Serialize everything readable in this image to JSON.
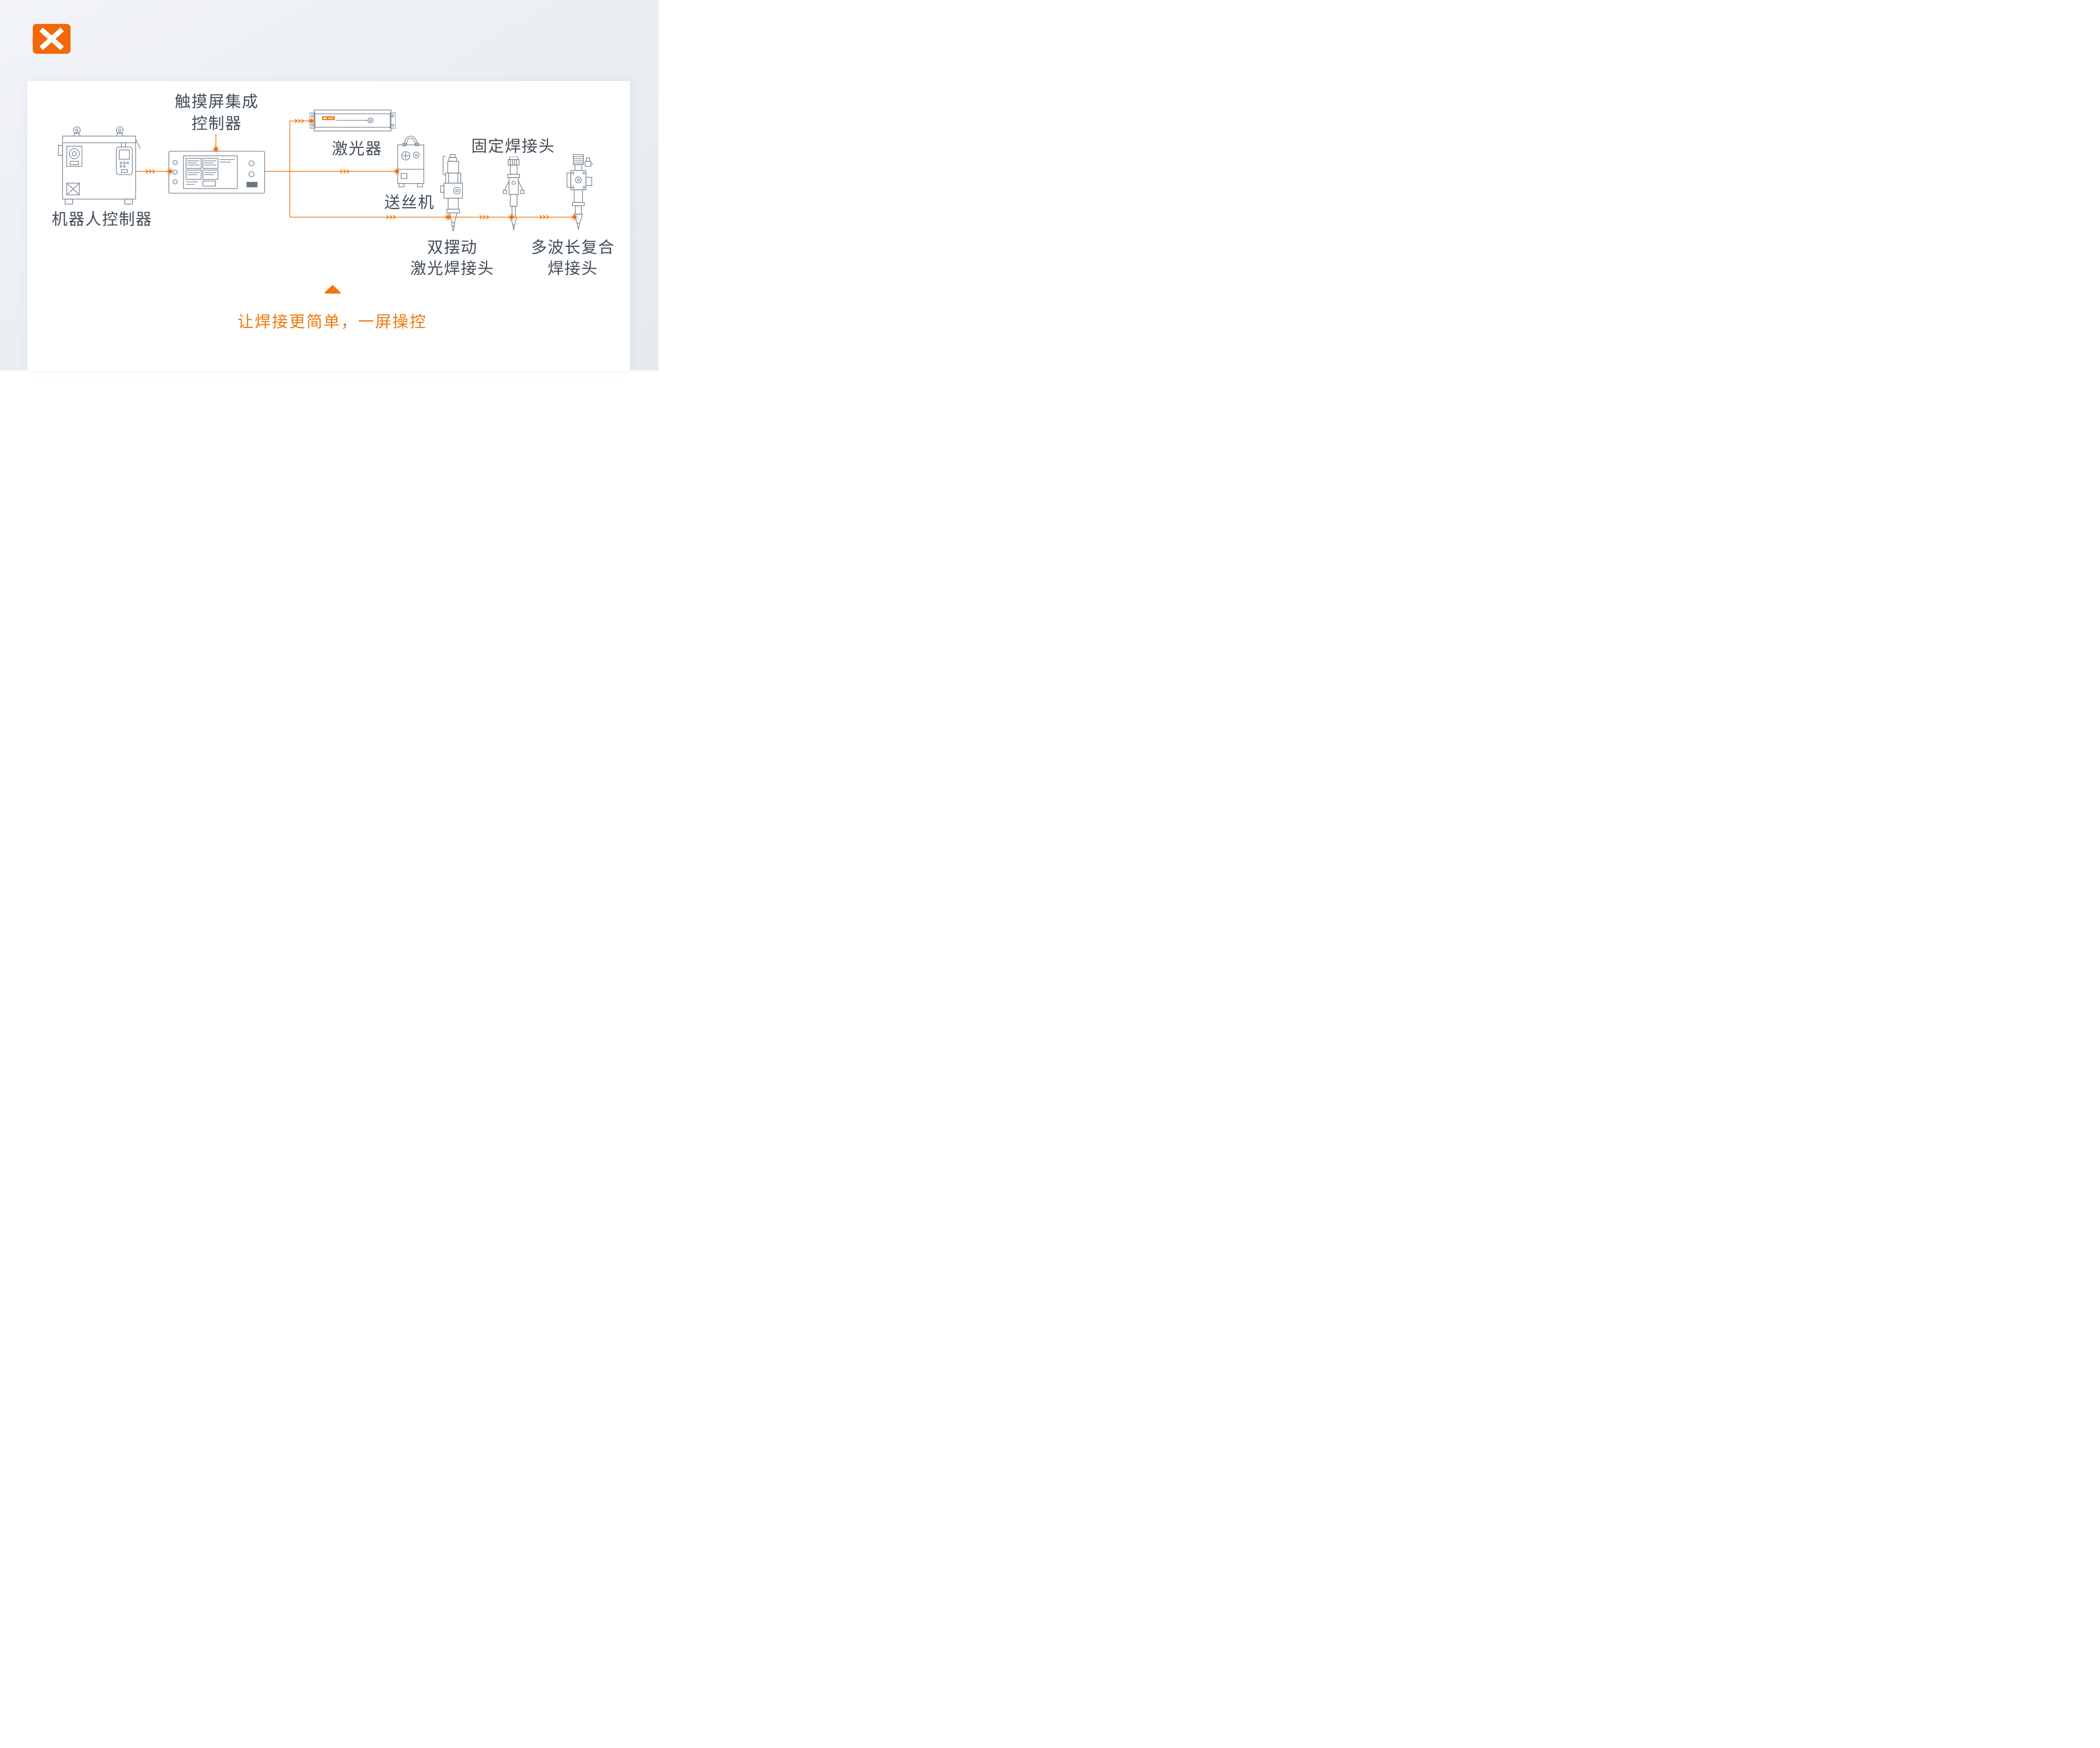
{
  "page": {
    "background_top": "#f2f4f7",
    "background_bottom": "#e6eaee",
    "panel_background": "#ffffff"
  },
  "brand": {
    "logo_color": "#f2680a",
    "logo_glyph": "double-chevron-x"
  },
  "colors": {
    "accent_orange": "#f0770f",
    "connector_dot": "#ed6e0e",
    "line_art_gray": "#75818d",
    "label_text": "#454e58"
  },
  "labels": {
    "robot_controller": "机器人控制器",
    "touchscreen_line1": "触摸屏集成",
    "touchscreen_line2": "控制器",
    "laser": "激光器",
    "wire_feeder": "送丝机",
    "fixed_head": "固定焊接头",
    "double_head_line1": "双摆动",
    "double_head_line2": "激光焊接头",
    "multi_head_line1": "多波长复合",
    "multi_head_line2": "焊接头"
  },
  "tagline": {
    "text": "让焊接更简单，一屏操控"
  },
  "connections": [
    {
      "from": "robot_controller",
      "to": "touchscreen_controller"
    },
    {
      "from": "touchscreen_controller",
      "to": "laser"
    },
    {
      "from": "touchscreen_controller",
      "to": "wire_feeder"
    },
    {
      "from": "touchscreen_controller",
      "to": "double_oscillating_head"
    },
    {
      "from": "touchscreen_controller",
      "to": "fixed_weld_head"
    },
    {
      "from": "touchscreen_controller",
      "to": "multi_wavelength_head"
    }
  ]
}
